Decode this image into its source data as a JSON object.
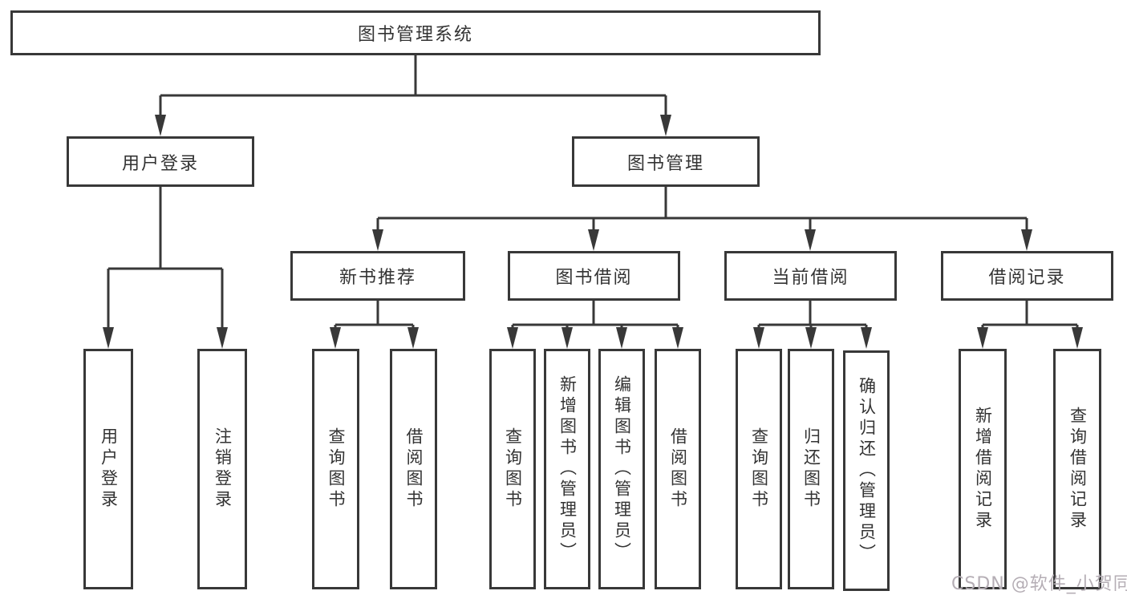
{
  "watermark": "CSDN @软件_小贺同学",
  "colors": {
    "line": "#383838",
    "box_border": "#383838",
    "text": "#333333",
    "watermark": "#b5aeb5",
    "background": "#ffffff"
  },
  "tree": {
    "label": "图书管理系统",
    "children": [
      {
        "label": "用户登录",
        "children": [
          {
            "label": "用户登录"
          },
          {
            "label": "注销登录"
          }
        ]
      },
      {
        "label": "图书管理",
        "children": [
          {
            "label": "新书推荐",
            "children": [
              {
                "label": "查询图书"
              },
              {
                "label": "借阅图书"
              }
            ]
          },
          {
            "label": "图书借阅",
            "children": [
              {
                "label": "查询图书"
              },
              {
                "label": "新增图书（管理员）"
              },
              {
                "label": "编辑图书（管理员）"
              },
              {
                "label": "借阅图书"
              }
            ]
          },
          {
            "label": "当前借阅",
            "children": [
              {
                "label": "查询图书"
              },
              {
                "label": "归还图书"
              },
              {
                "label": "确认归还（管理员）"
              }
            ]
          },
          {
            "label": "借阅记录",
            "children": [
              {
                "label": "新增借阅记录"
              },
              {
                "label": "查询借阅记录"
              }
            ]
          }
        ]
      }
    ]
  }
}
